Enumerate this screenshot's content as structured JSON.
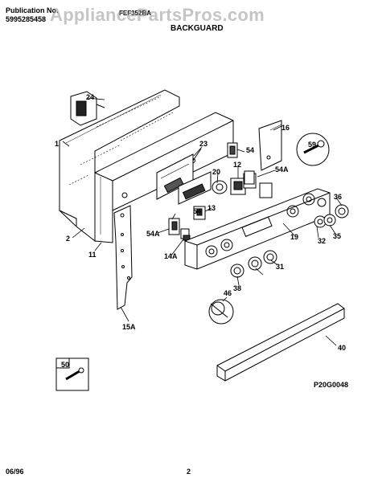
{
  "header": {
    "publication_label": "Publication No.",
    "publication_number": "5995285458",
    "model_number": "FEF352BA",
    "section_title": "BACKGUARD"
  },
  "watermark": "AppliancePartsPros.com",
  "callouts": [
    "1",
    "2",
    "11",
    "12",
    "13",
    "14A",
    "15A",
    "16",
    "19",
    "20",
    "23",
    "24",
    "31",
    "32",
    "35",
    "36",
    "38",
    "40",
    "46",
    "50",
    "54",
    "54",
    "54A",
    "54A",
    "59"
  ],
  "diagram_code": "P20G0048",
  "footer": {
    "date": "06/96",
    "page": "2"
  }
}
